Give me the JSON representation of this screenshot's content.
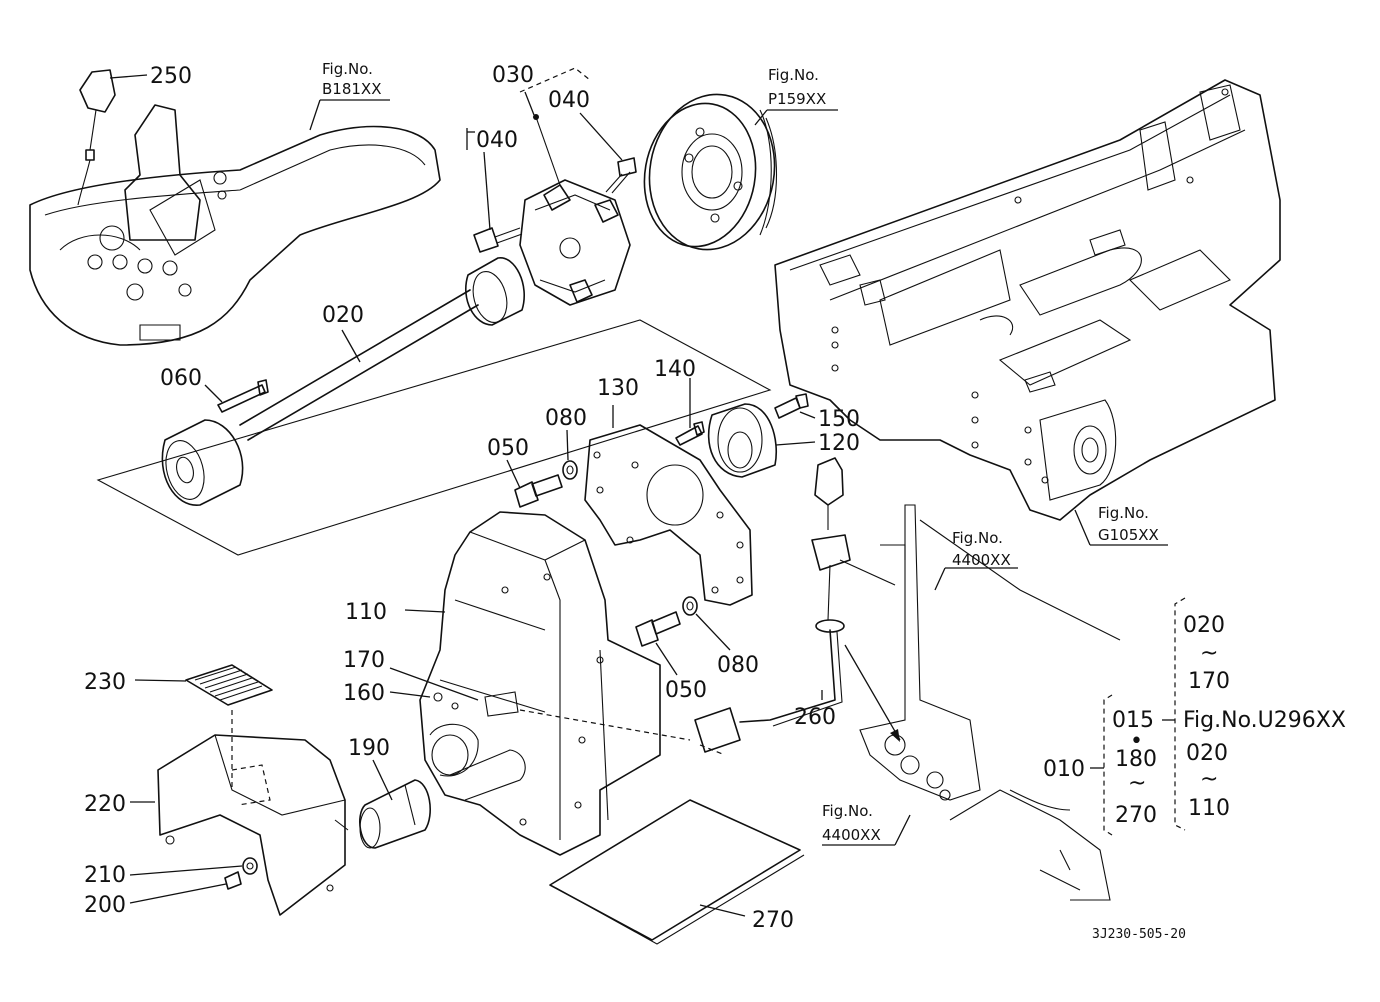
{
  "callouts": {
    "c250": "250",
    "c030": "030",
    "c040a": "040",
    "c040b": "040",
    "c020": "020",
    "c060": "060",
    "c140": "140",
    "c130": "130",
    "c080a": "080",
    "c050a": "050",
    "c150": "150",
    "c120": "120",
    "c110": "110",
    "c170": "170",
    "c160": "160",
    "c190": "190",
    "c230": "230",
    "c220": "220",
    "c210": "210",
    "c200": "200",
    "c050b": "050",
    "c080b": "080",
    "c260": "260",
    "c270": "270"
  },
  "fig_refs": {
    "b181_label": "Fig.No.",
    "b181_code": "B181XX",
    "p159_label": "Fig.No.",
    "p159_code": "P159XX",
    "g105_label": "Fig.No.",
    "g105_code": "G105XX",
    "f4400a_label": "Fig.No.",
    "f4400a_code": "4400XX",
    "f4400b_label": "Fig.No.",
    "f4400b_code": "4400XX"
  },
  "legend": {
    "top_start": "020",
    "top_tilde": "~",
    "top_end": "170",
    "mid_start": "015",
    "fig_ref": "Fig.No.U296XX",
    "dot": "•",
    "mid_end_start": "180",
    "mid_tilde": "~",
    "mid_end": "270",
    "bottom_start": "020",
    "bottom_tilde": "~",
    "bottom_end": "110",
    "assembly": "010"
  },
  "drawing_code": "3J230-505-20"
}
